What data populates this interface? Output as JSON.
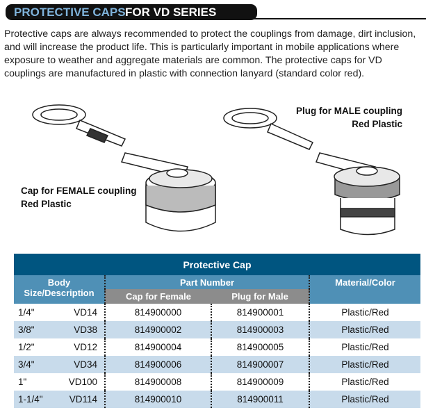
{
  "banner": {
    "title_a": "PROTECTIVE CAPS",
    "title_b": "FOR VD SERIES"
  },
  "intro": "Protective caps are always recommended to protect the couplings from damage, dirt inclusion, and will increase the product life. This is particularly important in mobile applications where exposure to weather and aggregate materials are common. The protective caps for VD couplings are manufactured in plastic with connection lanyard (standard color red).",
  "images": {
    "female": {
      "line1": "Cap for FEMALE coupling",
      "line2": "Red Plastic"
    },
    "male": {
      "line1": "Plug for MALE coupling",
      "line2": "Red Plastic"
    }
  },
  "table": {
    "title": "Protective Cap",
    "col_size": "Body Size/Description",
    "col_part": "Part Number",
    "col_female": "Cap for Female",
    "col_male": "Plug for Male",
    "col_material": "Material/Color",
    "rows": [
      {
        "size": "1/4\"",
        "desc": "VD14",
        "female": "814900000",
        "male": "814900001",
        "material": "Plastic/Red"
      },
      {
        "size": "3/8\"",
        "desc": "VD38",
        "female": "814900002",
        "male": "814900003",
        "material": "Plastic/Red"
      },
      {
        "size": "1/2\"",
        "desc": "VD12",
        "female": "814900004",
        "male": "814900005",
        "material": "Plastic/Red"
      },
      {
        "size": "3/4\"",
        "desc": "VD34",
        "female": "814900006",
        "male": "814900007",
        "material": "Plastic/Red"
      },
      {
        "size": "1\"",
        "desc": "VD100",
        "female": "814900008",
        "male": "814900009",
        "material": "Plastic/Red"
      },
      {
        "size": "1-1/4\"",
        "desc": "VD114",
        "female": "814900010",
        "male": "814900011",
        "material": "Plastic/Red"
      }
    ]
  }
}
